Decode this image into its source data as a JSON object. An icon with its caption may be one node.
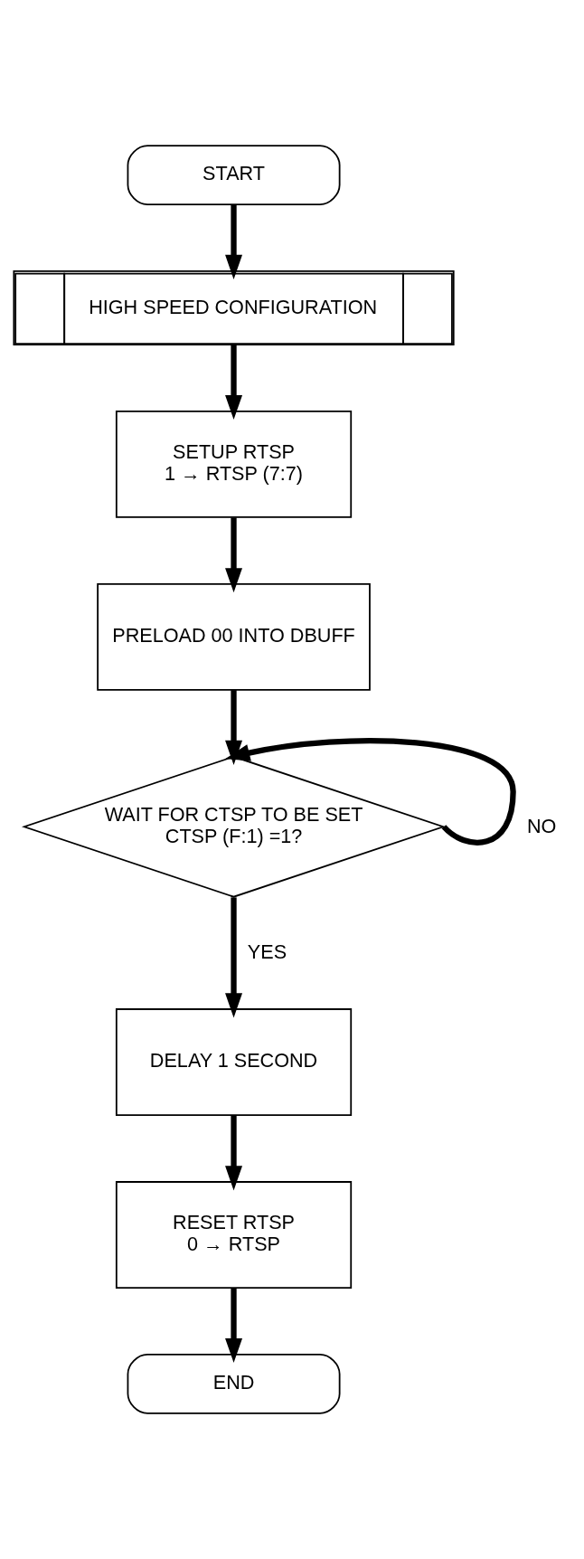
{
  "diagram": {
    "nodes": [
      {
        "text": [
          "START"
        ]
      },
      {
        "text": [
          "HIGH SPEED CONFIGURATION"
        ]
      },
      {
        "text": [
          "SETUP RTSP",
          "1 → RTSP (7:7)"
        ]
      },
      {
        "text": [
          "PRELOAD 00 INTO DBUFF"
        ]
      },
      {
        "text": [
          "WAIT FOR CTSP TO BE SET",
          "CTSP (F:1) =1?"
        ]
      },
      {
        "text": [
          "DELAY 1 SECOND"
        ]
      },
      {
        "text": [
          "RESET RTSP",
          "0 → RTSP"
        ]
      },
      {
        "text": [
          "END"
        ]
      }
    ],
    "edges": [
      {
        "from": 0,
        "to": 1,
        "arrow": "to"
      },
      {
        "from": 1,
        "to": 2,
        "arrow": "to"
      },
      {
        "from": 2,
        "to": 3,
        "arrow": "to"
      },
      {
        "from": 3,
        "to": 4,
        "arrow": "to"
      },
      {
        "from": 4,
        "to": 4,
        "arrow": "to",
        "label": "NO"
      },
      {
        "from": 4,
        "to": 5,
        "arrow": "to",
        "label": "YES"
      },
      {
        "from": 5,
        "to": 6,
        "arrow": "to"
      },
      {
        "from": 6,
        "to": 7,
        "arrow": "to"
      }
    ]
  }
}
